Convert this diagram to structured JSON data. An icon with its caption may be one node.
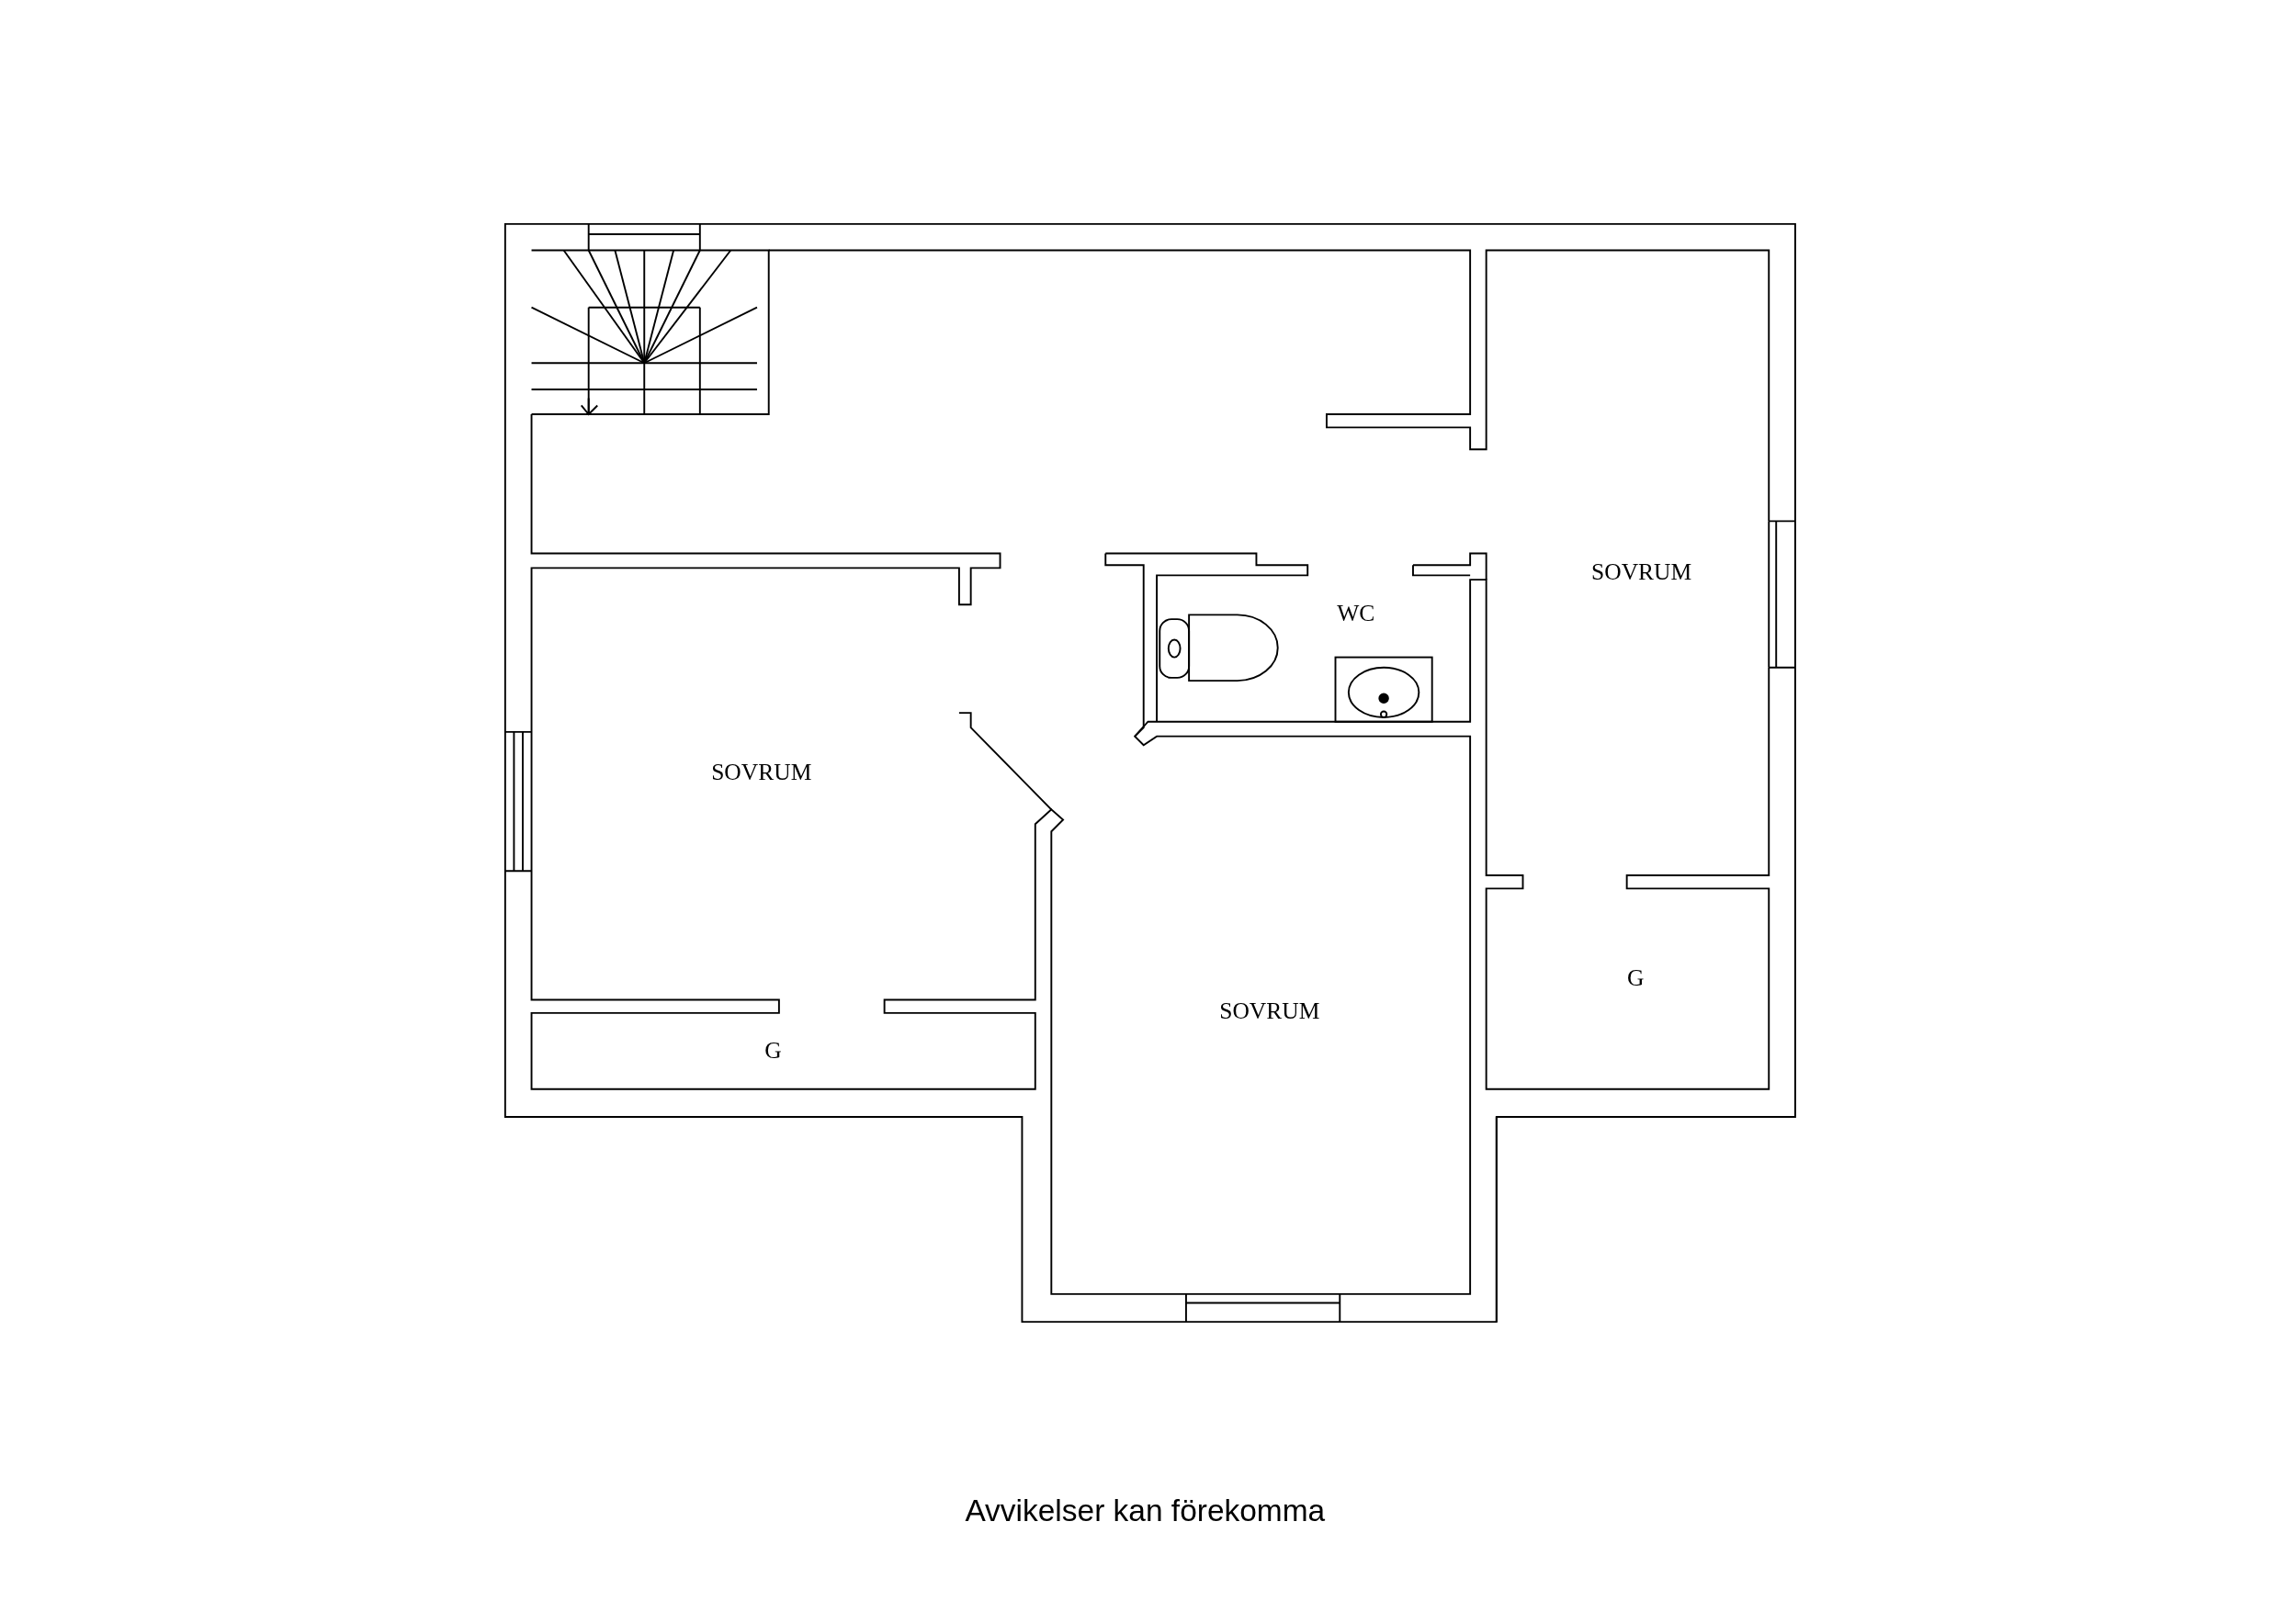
{
  "diagram": {
    "caption": "Avvikelser kan förekomma",
    "labels": [
      "SOVRUM",
      "WC",
      "SOVRUM",
      "SOVRUM",
      "G",
      "G"
    ]
  }
}
